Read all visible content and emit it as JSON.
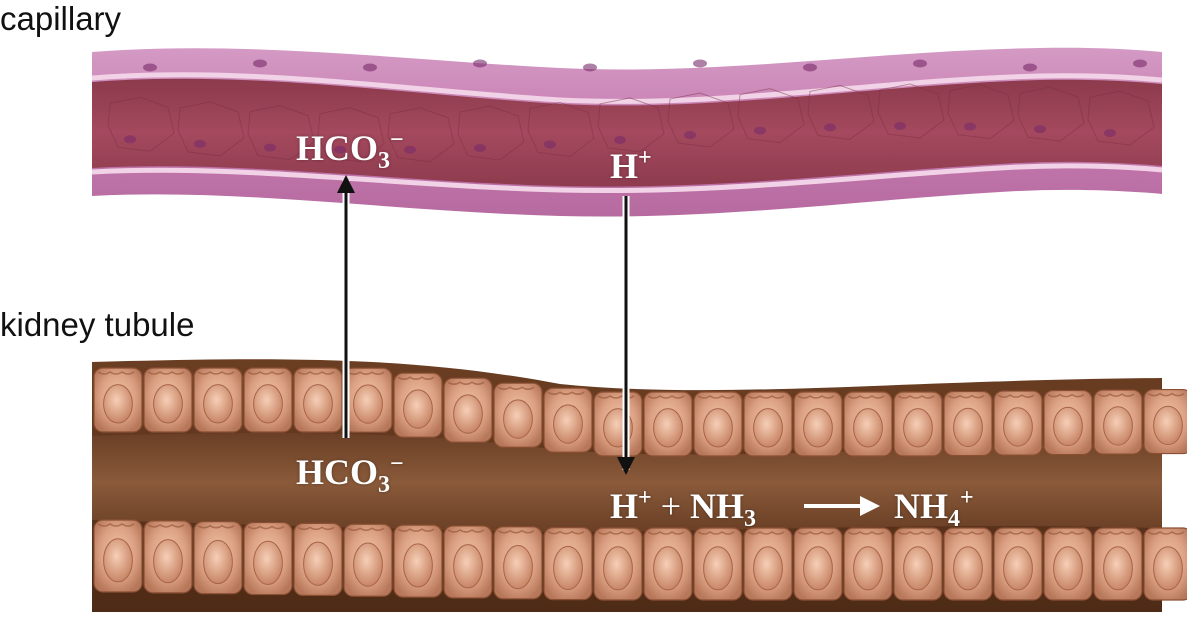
{
  "labels": {
    "capillary": "capillary",
    "kidney_tubule": "kidney tubule"
  },
  "chemistry": {
    "capillary_bicarbonate": {
      "base": "HCO",
      "sub": "3",
      "sup": "−"
    },
    "capillary_proton": {
      "base": "H",
      "sup": "+"
    },
    "tubule_bicarbonate": {
      "base": "HCO",
      "sub": "3",
      "sup": "−"
    },
    "reaction": {
      "proton_base": "H",
      "proton_sup": "+",
      "plus": "+",
      "ammonia_base": "NH",
      "ammonia_sub": "3",
      "ammonium_base": "NH",
      "ammonium_sub": "4",
      "ammonium_sup": "+"
    }
  },
  "colors": {
    "capillary_wall": "#c97fb3",
    "capillary_lumen": "#9b4156",
    "tubule_cell": "#d8a184",
    "tubule_lumen": "#7a4a2c",
    "arrow": "#111111",
    "chem_text": "#ffffff"
  }
}
